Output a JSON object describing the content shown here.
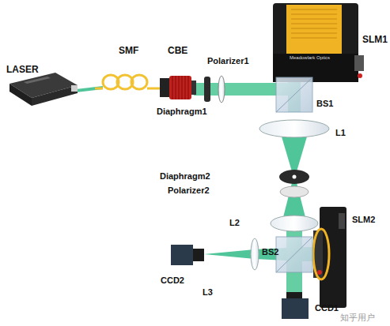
{
  "diagram": {
    "labels": [
      "LASER",
      "SMF",
      "CBE",
      "Polarizer1",
      "Diaphragm1",
      "SLM1",
      "Meadowlark Optics",
      "BS1",
      "L1",
      "Diaphragm2",
      "Polarizer2",
      "L2",
      "SLM2",
      "BS2",
      "CCD2",
      "L3",
      "CCD1",
      "知乎用户"
    ]
  }
}
